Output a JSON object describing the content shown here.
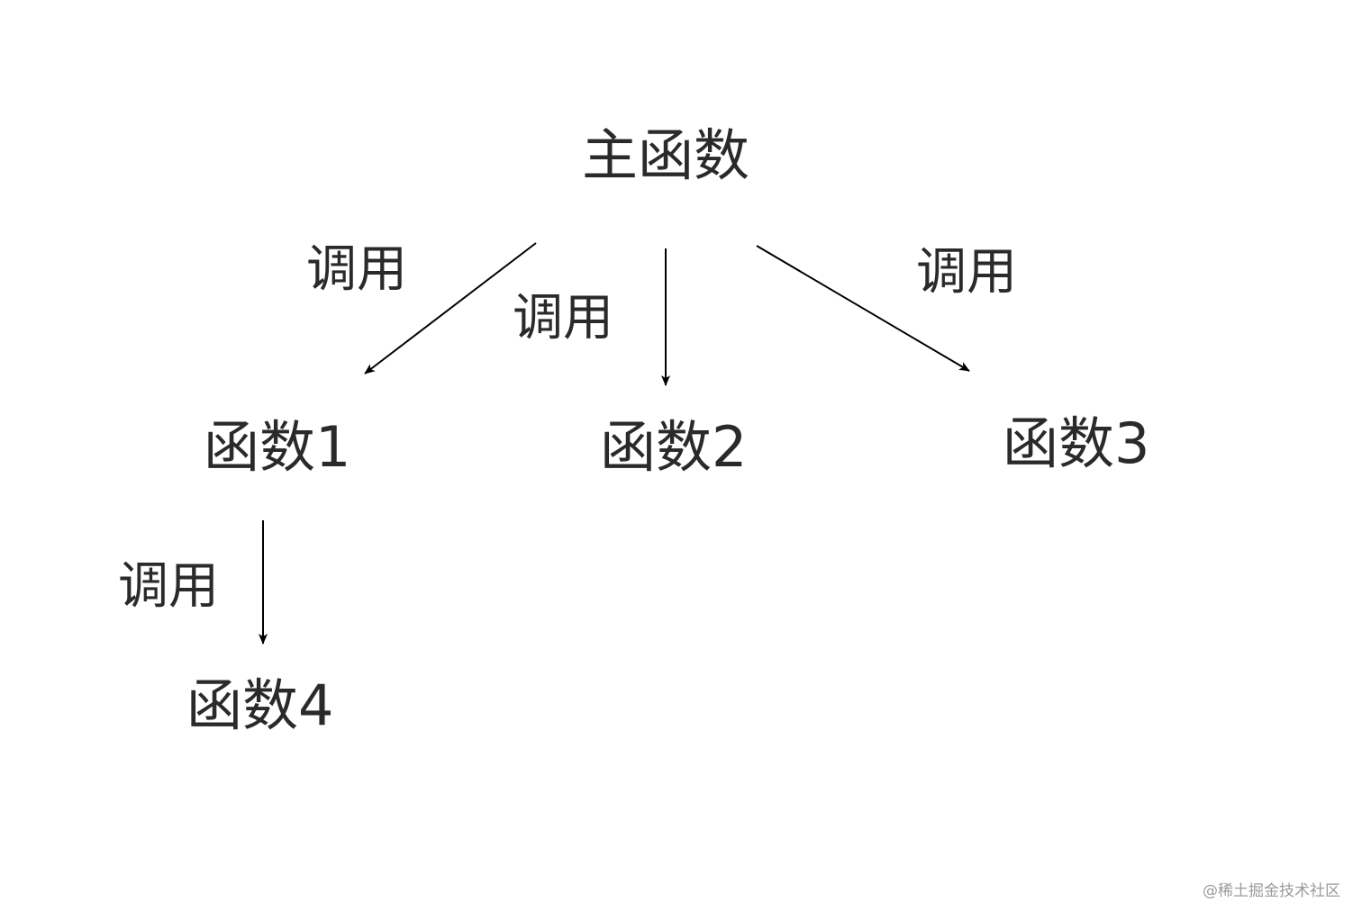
{
  "nodes": {
    "main": "主函数",
    "f1": "函数1",
    "f2": "函数2",
    "f3": "函数3",
    "f4": "函数4"
  },
  "edges": [
    {
      "from": "main",
      "to": "f1",
      "label": "调用"
    },
    {
      "from": "main",
      "to": "f2",
      "label": "调用"
    },
    {
      "from": "main",
      "to": "f3",
      "label": "调用"
    },
    {
      "from": "f1",
      "to": "f4",
      "label": "调用"
    }
  ],
  "watermark": "@稀土掘金技术社区",
  "colors": {
    "text": "#2a2a2a",
    "arrow": "#000000",
    "watermark": "#9a9a9a"
  }
}
